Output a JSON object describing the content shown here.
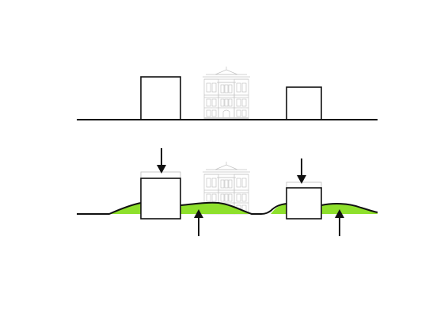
{
  "diagram": {
    "panels": [
      {
        "id": "existing",
        "ground": "flat",
        "volumes": [
          {
            "name": "left-volume",
            "state": "raised"
          },
          {
            "name": "historic-villa",
            "state": "existing"
          },
          {
            "name": "right-volume",
            "state": "raised"
          }
        ]
      },
      {
        "id": "proposed",
        "ground": "landscaped-mounds",
        "volumes": [
          {
            "name": "left-volume",
            "state": "lowered"
          },
          {
            "name": "historic-villa",
            "state": "existing"
          },
          {
            "name": "right-volume",
            "state": "lowered"
          }
        ],
        "arrows": [
          {
            "name": "left-volume-push-down",
            "direction": "down"
          },
          {
            "name": "left-mound-lift-up",
            "direction": "up"
          },
          {
            "name": "right-volume-push-down",
            "direction": "down"
          },
          {
            "name": "right-mound-lift-up",
            "direction": "up"
          }
        ]
      }
    ],
    "colors": {
      "line": "#111111",
      "green": "#8ee02c",
      "ghost": "#c4c4c4"
    }
  }
}
